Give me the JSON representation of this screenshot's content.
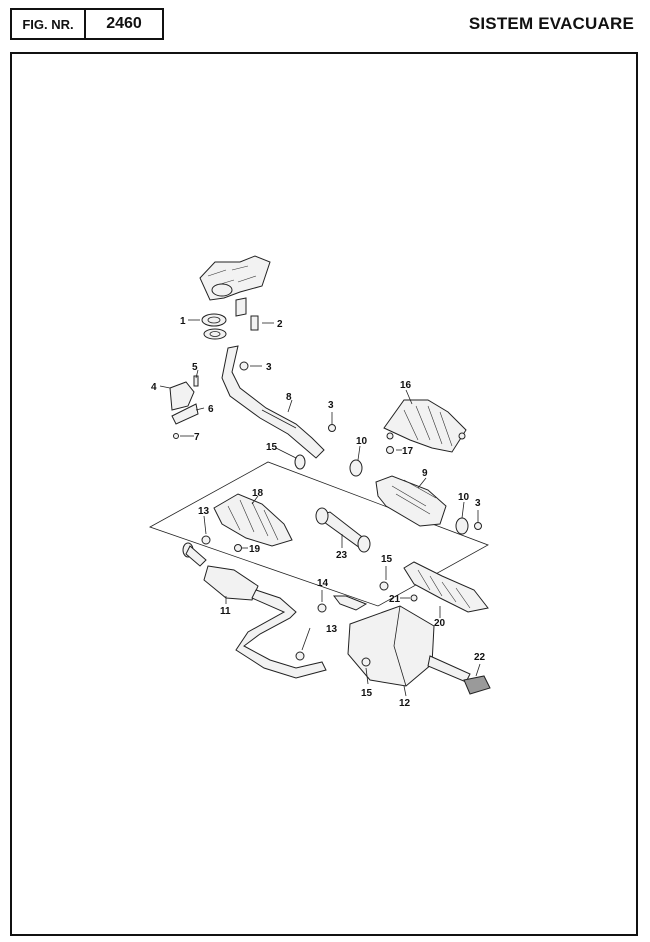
{
  "header": {
    "fig_label": "FIG. NR.",
    "fig_number": "2460",
    "title": "SISTEM EVACUARE"
  },
  "callouts": [
    "1",
    "2",
    "3",
    "3",
    "3",
    "4",
    "5",
    "6",
    "7",
    "8",
    "9",
    "10",
    "10",
    "11",
    "12",
    "13",
    "13",
    "14",
    "15",
    "15",
    "15",
    "16",
    "17",
    "18",
    "19",
    "20",
    "21",
    "22",
    "23"
  ]
}
